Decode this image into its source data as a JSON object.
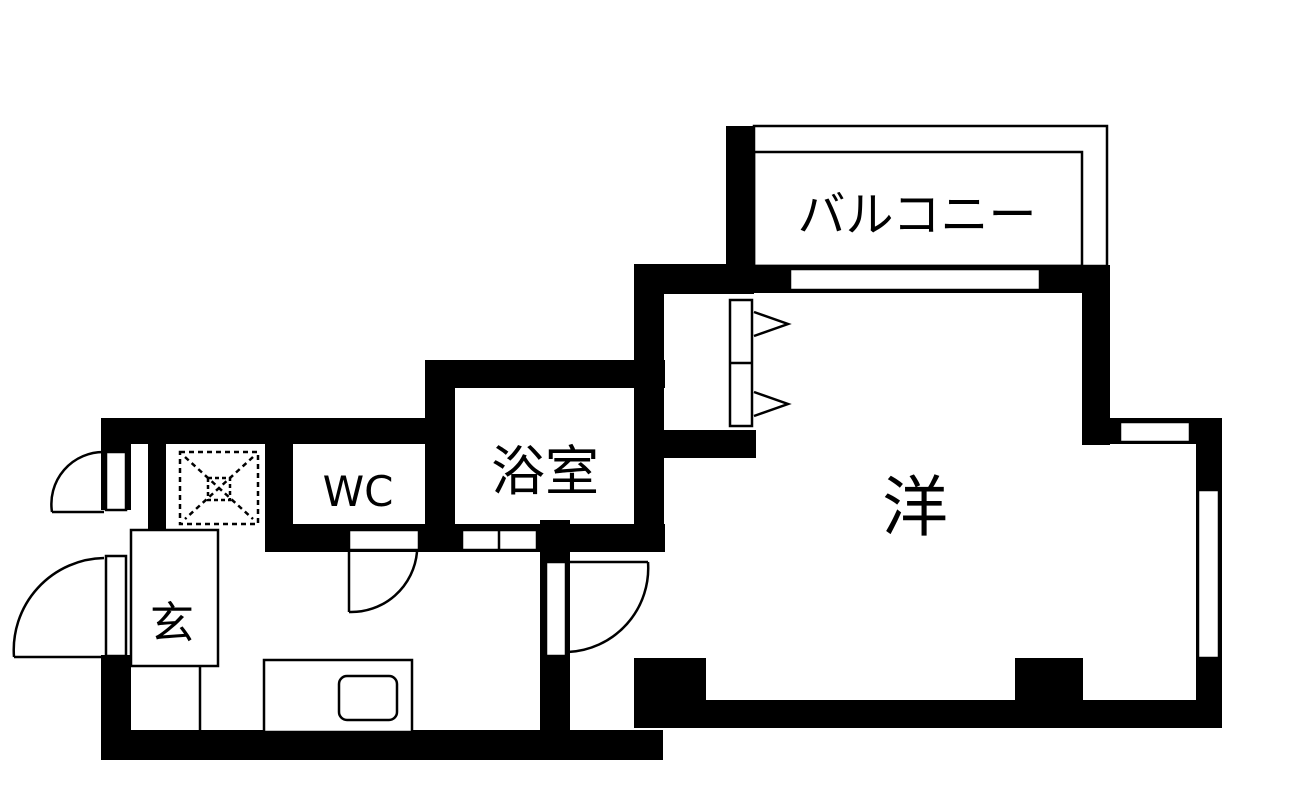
{
  "rooms": {
    "balcony": "バルコニー",
    "bath": "浴室",
    "wc": "WC",
    "western": "洋",
    "entrance": "玄"
  },
  "colors": {
    "wall": "#000000",
    "background": "#ffffff",
    "line": "#000000"
  }
}
